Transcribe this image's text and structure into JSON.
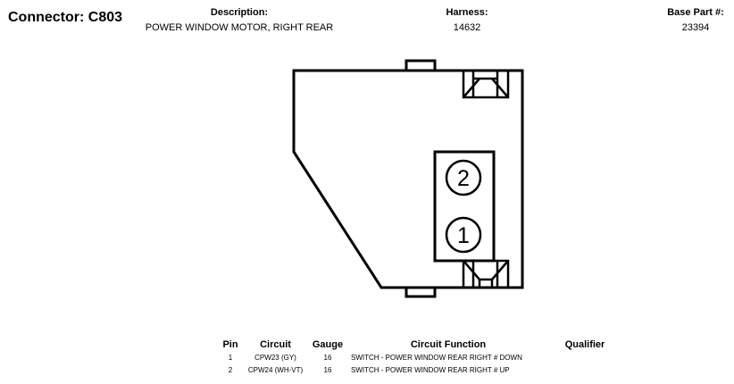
{
  "header": {
    "connector": "Connector: C803",
    "description_label": "Description:",
    "description": "POWER WINDOW MOTOR, RIGHT REAR",
    "harness_label": "Harness:",
    "harness": "14632",
    "base_part_label": "Base Part #:",
    "base_part": "23394"
  },
  "diagram": {
    "pins": [
      {
        "label": "2"
      },
      {
        "label": "1"
      }
    ]
  },
  "table": {
    "headers": {
      "pin": "Pin",
      "circuit": "Circuit",
      "gauge": "Gauge",
      "function": "Circuit Function",
      "qualifier": "Qualifier"
    },
    "rows": [
      {
        "pin": "1",
        "circuit": "CPW23 (GY)",
        "gauge": "16",
        "function": "SWITCH - POWER WINDOW REAR RIGHT # DOWN",
        "qualifier": ""
      },
      {
        "pin": "2",
        "circuit": "CPW24 (WH-VT)",
        "gauge": "16",
        "function": "SWITCH - POWER WINDOW REAR RIGHT # UP",
        "qualifier": ""
      }
    ]
  }
}
